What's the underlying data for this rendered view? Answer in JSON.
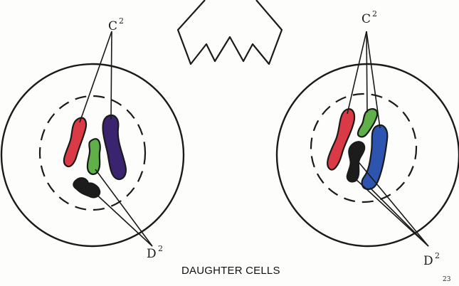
{
  "labels": {
    "left_c_base": "C",
    "left_c_sup": "2",
    "left_d_base": "D",
    "left_d_sup": "2",
    "right_c_base": "C",
    "right_c_sup": "2",
    "right_d_base": "D",
    "right_d_sup": "2"
  },
  "caption": "DAUGHTER CELLS",
  "page_number": "23",
  "colors": {
    "red": "#d93a45",
    "green": "#5fb048",
    "purple": "#3a2470",
    "blue": "#2d55b0",
    "black": "#1c1c1c",
    "outline": "#1a1a1a"
  }
}
